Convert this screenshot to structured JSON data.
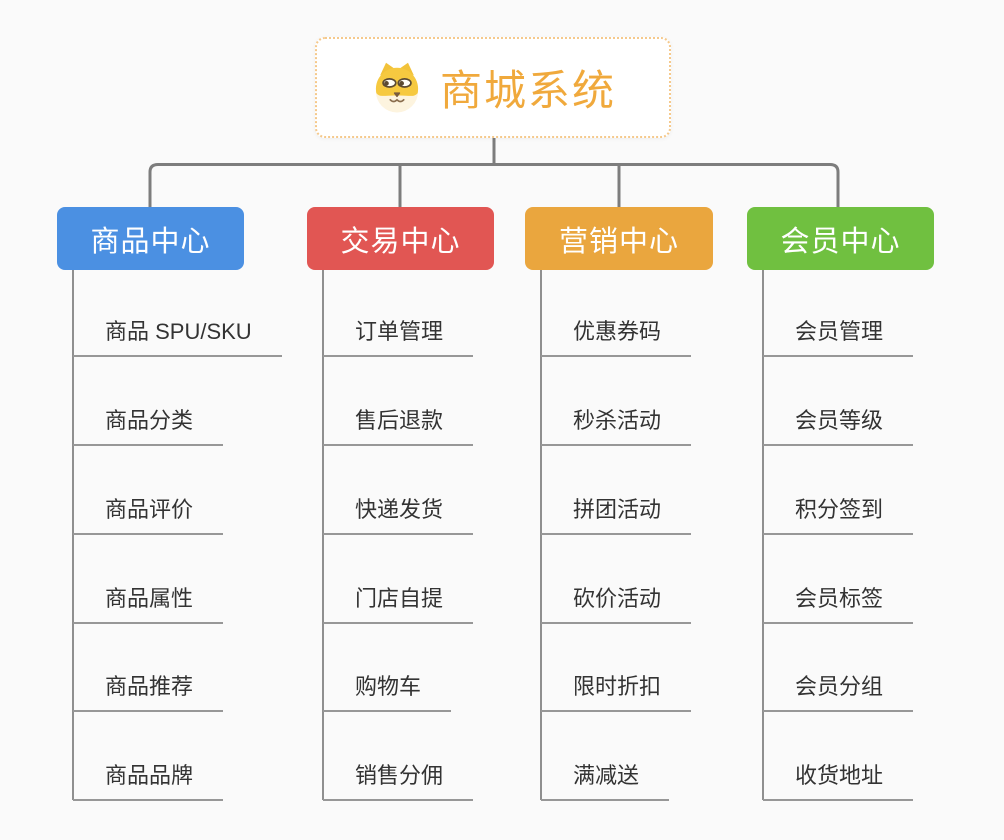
{
  "root": {
    "label": "商城系统",
    "icon": "doge-icon"
  },
  "branches": [
    {
      "label": "商品中心",
      "color": "#4b90e2",
      "items": [
        "商品 SPU/SKU",
        "商品分类",
        "商品评价",
        "商品属性",
        "商品推荐",
        "商品品牌"
      ]
    },
    {
      "label": "交易中心",
      "color": "#e15653",
      "items": [
        "订单管理",
        "售后退款",
        "快递发货",
        "门店自提",
        "购物车",
        "销售分佣"
      ]
    },
    {
      "label": "营销中心",
      "color": "#eaa63e",
      "items": [
        "优惠券码",
        "秒杀活动",
        "拼团活动",
        "砍价活动",
        "限时折扣",
        "满减送"
      ]
    },
    {
      "label": "会员中心",
      "color": "#70c040",
      "items": [
        "会员管理",
        "会员等级",
        "积分签到",
        "会员标签",
        "会员分组",
        "收货地址"
      ]
    }
  ],
  "colors": {
    "canvas_bg": "#fafafa",
    "connector": "#7d7d7d",
    "connector_thin": "#8f8f8f",
    "underline": "#979797",
    "root_text": "#f0a93c",
    "root_border": "#f5c98c",
    "branch_text": "#ffffff",
    "leaf_text": "#333333"
  }
}
